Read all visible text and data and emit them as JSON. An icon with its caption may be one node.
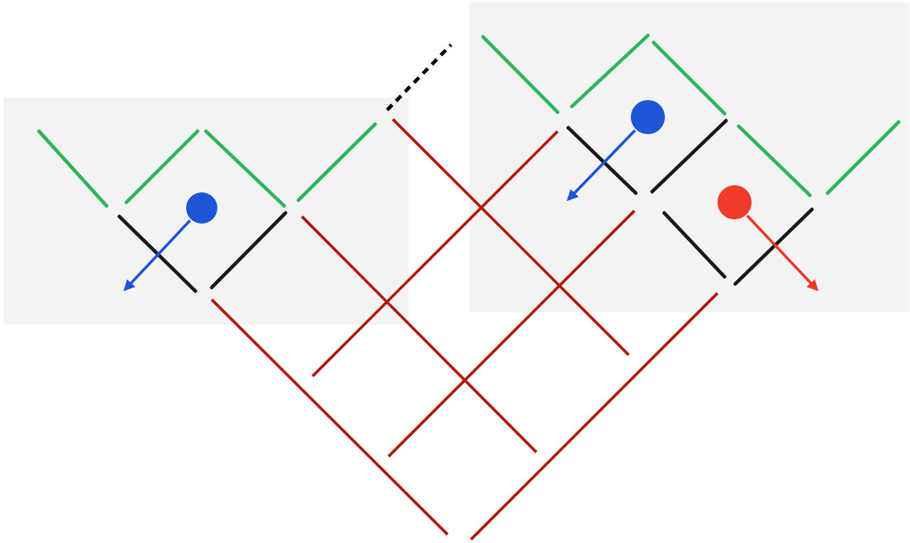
{
  "diagram": {
    "nodes": [
      {
        "text": [],
        "shape": "circle"
      },
      {
        "text": [],
        "shape": "circle"
      },
      {
        "text": [],
        "shape": "circle"
      }
    ],
    "edges": [
      {
        "from": 0,
        "to": null,
        "arrow": "to"
      },
      {
        "from": 1,
        "to": null,
        "arrow": "to"
      },
      {
        "from": 2,
        "to": null,
        "arrow": "to",
        "color": "#f03a2a"
      }
    ]
  }
}
